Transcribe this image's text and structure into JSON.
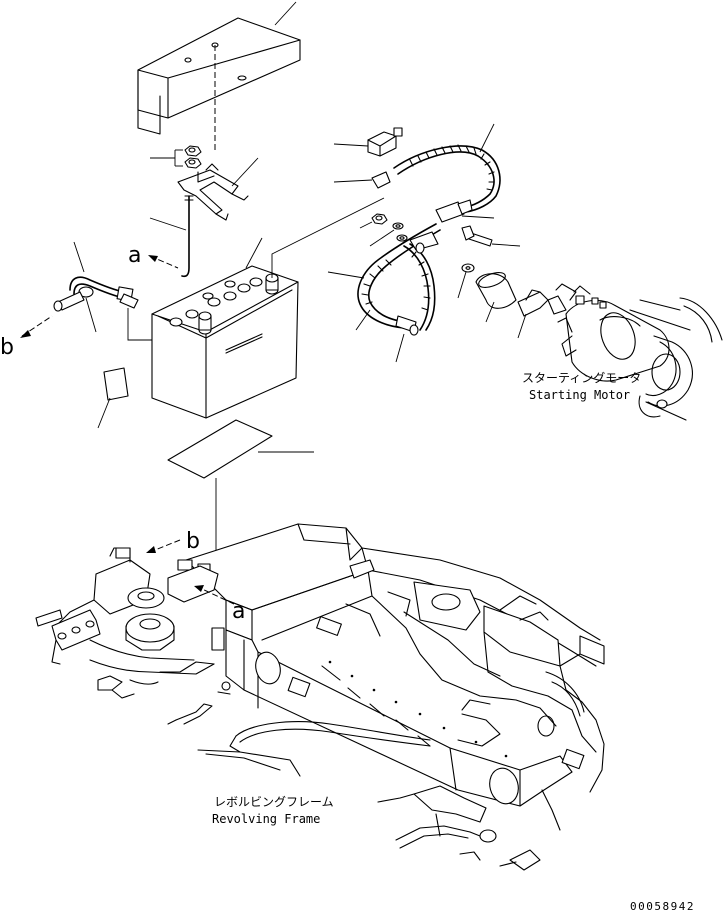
{
  "labels": {
    "starting_motor_jp": "スターティングモータ",
    "starting_motor_en": "Starting Motor",
    "revolving_frame_jp": "レボルビングフレーム",
    "revolving_frame_en": "Revolving Frame"
  },
  "view_refs": {
    "a_top": "a",
    "b_left": "b",
    "b_frame": "b",
    "a_frame": "a"
  },
  "drawing_code": "00058942"
}
